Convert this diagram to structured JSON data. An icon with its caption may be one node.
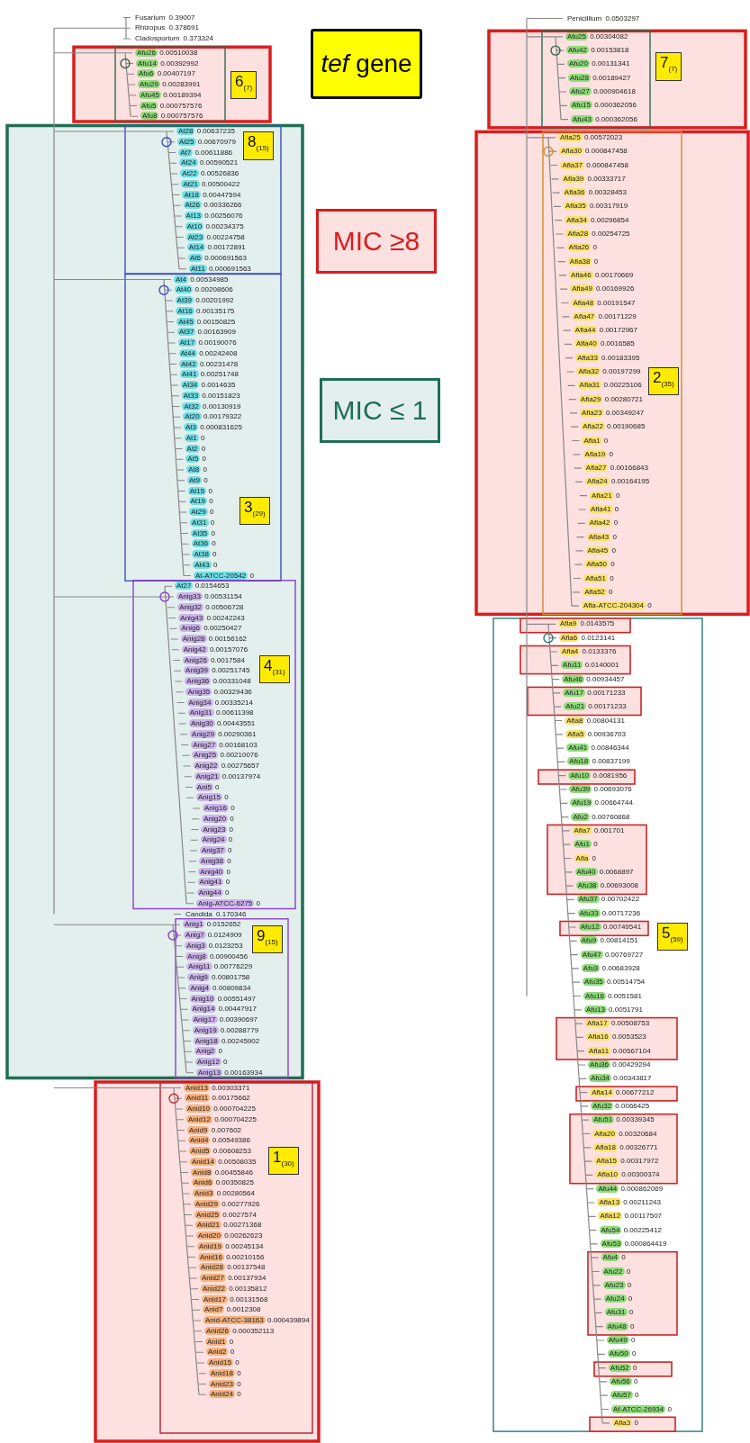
{
  "diagram": {
    "nodes": [
      {
        "text": [
          "*tef* gene"
        ]
      },
      {
        "text": [
          "6$_{(7)}$"
        ]
      },
      {
        "text": [
          "8$_{(15)}$"
        ]
      },
      {
        "text": [
          "3$_{(29)}$"
        ]
      },
      {
        "text": [
          "4$_{(31)}$"
        ]
      },
      {
        "text": [
          "9$_{(15)}$"
        ]
      },
      {
        "text": [
          "1$_{(30)}$"
        ]
      },
      {
        "text": [
          "7$_{(7)}$"
        ]
      },
      {
        "text": [
          "2$_{(35)}$"
        ]
      },
      {
        "text": [
          "5$_{(59)}$"
        ]
      }
    ],
    "labels": [
      "Fusarium 0.39007",
      "Rhizopus 0.378691",
      "Cladosporium 0.373324",
      "Afu26 0.00510038",
      "Afu14 0.00392992",
      "Afu6 0.00407197",
      "Afu29 0.00283991",
      "Afu45 0.00189394",
      "Afu5 0.000757576",
      "Afu8 0.000757576",
      "At28 0.00637235",
      "At25 0.00670979",
      "At7 0.00611886",
      "At24 0.00590521",
      "At22 0.00526836",
      "At21 0.00500422",
      "At18 0.00447594",
      "At26 0.00336266",
      "At13 0.00256076",
      "At10 0.00234375",
      "At23 0.00224758",
      "At14 0.00172891",
      "At6 0.000691563",
      "At11 0.000691563",
      "At4 0.00534985",
      "At40 0.00208606",
      "At39 0.00201992",
      "At16 0.00135175",
      "At45 0.00150825",
      "At37 0.00163909",
      "At17 0.00190076",
      "At44 0.00242408",
      "At42 0.00231478",
      "At41 0.00251748",
      "At34 0.0014635",
      "At33 0.00151823",
      "At32 0.00130919",
      "At20 0.00179322",
      "At3 0.000831625",
      "At1 0",
      "At2 0",
      "At5 0",
      "At8 0",
      "At9 0",
      "At15 0",
      "At19 0",
      "At29 0",
      "At31 0",
      "At35 0",
      "At36 0",
      "At38 0",
      "At43 0",
      "At-ATCC-20542 0",
      "At27 0.0154653",
      "Anig33 0.00531154",
      "Anig32 0.00506728",
      "Anig43 0.00242243",
      "Anig6 0.00250427",
      "Anig28 0.00156162",
      "Anig42 0.00157076",
      "Anig26 0.0017584",
      "Anig39 0.00251745",
      "Anig36 0.00331048",
      "Anig35 0.00329436",
      "Anig34 0.00335214",
      "Anig31 0.00611398",
      "Anig30 0.00443551",
      "Anig29 0.00290361",
      "Anig27 0.00168103",
      "Anig25 0.00210076",
      "Anig22 0.00275657",
      "Anig21 0.00137974",
      "Ani5 0",
      "Anig15 0",
      "Anig16 0",
      "Anig20 0",
      "Anig23 0",
      "Anig24 0",
      "Anig37 0",
      "Anig38 0",
      "Anig40 0",
      "Anig41 0",
      "Anig44 0",
      "Anig-ATCC-6275 0",
      "Candida 0.170346",
      "Anig1 0.0152652",
      "Anig7 0.0124909",
      "Anig3 0.0123253",
      "Anig8 0.00900456",
      "Anig11 0.00776229",
      "Anig9 0.00801758",
      "Anig4 0.00809834",
      "Anig10 0.00551497",
      "Anig14 0.00447917",
      "Anig17 0.00390697",
      "Anig19 0.00288779",
      "Anig18 0.00245902",
      "Anig2 0",
      "Anig12 0",
      "Anig13 0.00163934",
      "Anid13 0.00303371",
      "Anid11 0.00175662",
      "Anid10 0.000704225",
      "Anid12 0.000704225",
      "Anid9 0.007602",
      "Anid4 0.00549386",
      "Anid5 0.00608253",
      "Anid14 0.00508035",
      "Anid8 0.00455846",
      "Anid6 0.00350825",
      "Anid3 0.00280564",
      "Anid29 0.00277926",
      "Anid25 0.0027574",
      "Anid21 0.00271368",
      "Anid20 0.00262623",
      "Anid19 0.00245134",
      "Anid16 0.00210156",
      "Anid28 0.00137548",
      "Anid27 0.00137934",
      "Anid22 0.00135812",
      "Anid17 0.00131568",
      "Anid7 0.0012308",
      "Anid-ATCC-38163 0.000439894",
      "Anid26 0.000352113",
      "Anid1 0",
      "Anid2 0",
      "Anid15 0",
      "Anid18 0",
      "Anid23 0",
      "Anid24 0",
      "Penicillium 0.0503297",
      "Afu25 0.00304082",
      "Afu42 0.00153818",
      "Afu20 0.00131341",
      "Afu28 0.00189427",
      "Afu27 0.000904618",
      "Afu15 0.000362056",
      "Afu43 0.000362056",
      "Afla25 0.00572023",
      "Afla30 0.000847458",
      "Afla37 0.000847458",
      "Afla39 0.00333717",
      "Afla36 0.00328453",
      "Afla35 0.00317919",
      "Afla34 0.00296854",
      "Afla28 0.00254725",
      "Afla26 0",
      "Afla38 0",
      "Afla46 0.00170669",
      "Afla49 0.00169926",
      "Afla48 0.00191547",
      "Afla47 0.00171229",
      "Afla44 0.00172967",
      "Afla40 0.0016585",
      "Afla33 0.00183395",
      "Afla32 0.00197299",
      "Afla31 0.00225106",
      "Afla29 0.00280721",
      "Afla23 0.00349247",
      "Afla22 0.00190685",
      "Afla1 0",
      "Afla19 0",
      "Afla27 0.00166843",
      "Afla24 0.00164195",
      "Afla21 0",
      "Afla41 0",
      "Afla42 0",
      "Afla43 0",
      "Afla45 0",
      "Afla50 0",
      "Afla51 0",
      "Afla52 0",
      "Afla-ATCC-204304 0",
      "Afla9 0.0143575",
      "Afla6 0.0123141",
      "Afla4 0.0133376",
      "Afu11 0.0140001",
      "Afu46 0.00934457",
      "Afu17 0.00171233",
      "Afu21 0.00171233",
      "Afla8 0.00804131",
      "Afla5 0.00936703",
      "Afu41 0.00846344",
      "Afu18 0.00837199",
      "Afu10 0.0081956",
      "Afu39 0.00693076",
      "Afu19 0.00664744",
      "Afu2 0.00760868",
      "Afla7 0.001701",
      "Afu1 0",
      "Afla 0",
      "Afu40 0.0068897",
      "Afu38 0.00693008",
      "Afu37 0.00702422",
      "Afu33 0.00717236",
      "Afu12 0.00749541",
      "Afu9 0.00814151",
      "Afu47 0.00769727",
      "Afu3 0.00683928",
      "Afu35 0.00514754",
      "Afu16 0.0051581",
      "Afu13 0.0051791",
      "Afla17 0.00508753",
      "Afla16 0.0053523",
      "Afla11 0.00567104",
      "Afu36 0.00429294",
      "Afu34 0.00343817",
      "Afla14 0.00677212",
      "Afu32 0.0066425",
      "Afu51 0.00339345",
      "Afla20 0.00320684",
      "Afla18 0.00326771",
      "Afla15 0.00317972",
      "Afla10 0.00300374",
      "Afu44 0.000862069",
      "Afla13 0.00211243",
      "Afla12 0.00117507",
      "Afu54 0.00225412",
      "Afu53 0.000864419",
      "Afu4 0",
      "Afu22 0",
      "Afu23 0",
      "Afu24 0",
      "Afu31 0",
      "Afu48 0",
      "Afu49 0",
      "Afu50 0",
      "Afu52 0",
      "Afu56 0",
      "Afu57 0",
      "Af-ATCC-26934 0",
      "Afla3 0"
    ],
    "legend": [
      {
        "text": "MIC ≥8",
        "color": "#fde0e0"
      },
      {
        "text": "MIC ≤ 1",
        "color": "#e3efed"
      }
    ]
  }
}
